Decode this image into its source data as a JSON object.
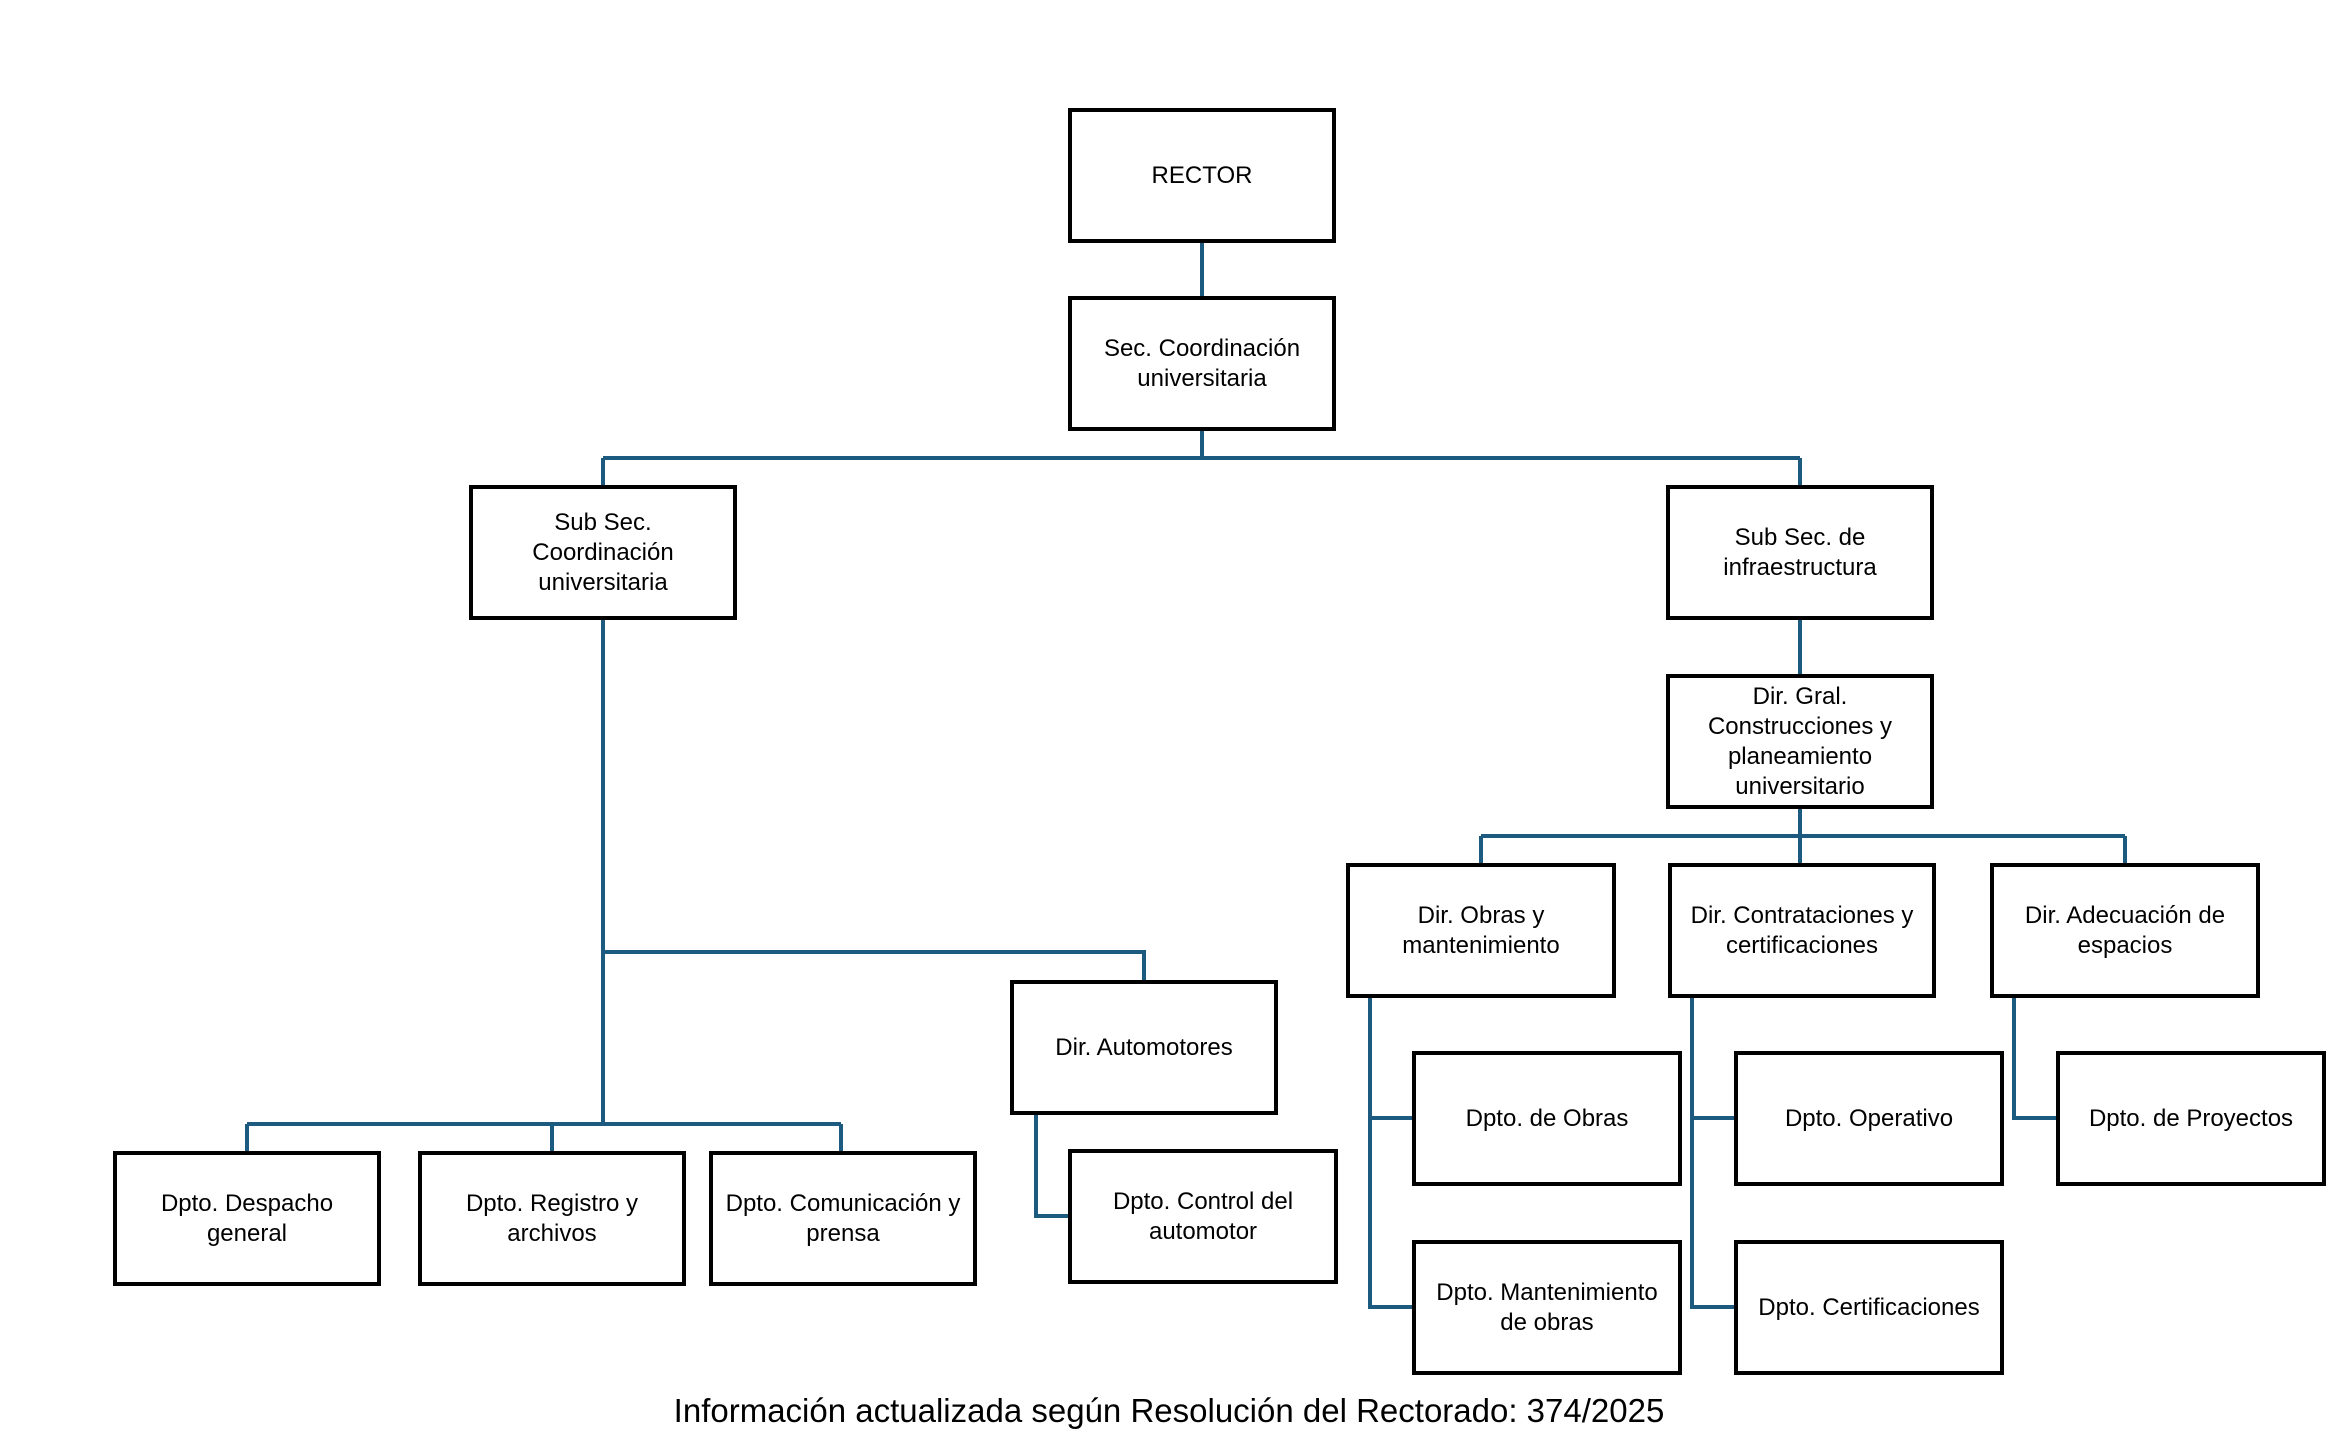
{
  "diagram": {
    "line_color": "#1d5a80",
    "box_border_color": "#000000",
    "nodes": {
      "rector": "RECTOR",
      "sec_coord": "Sec. Coordinación\nuniversitaria",
      "sub_coord": "Sub Sec.\nCoordinación\nuniversitaria",
      "sub_infra": "Sub Sec. de\ninfraestructura",
      "dir_gral": "Dir. Gral.\nConstrucciones y\nplaneamiento\nuniversitario",
      "dir_automotores": "Dir. Automotores",
      "dpto_despacho": "Dpto. Despacho\ngeneral",
      "dpto_registro": "Dpto. Registro y\narchivos",
      "dpto_comunicacion": "Dpto. Comunicación y\nprensa",
      "dpto_control": "Dpto. Control del\nautomotor",
      "dir_obras": "Dir. Obras y\nmantenimiento",
      "dir_contrataciones": "Dir. Contrataciones y\ncertificaciones",
      "dir_adecuacion": "Dir. Adecuación de\nespacios",
      "dpto_obras": "Dpto. de Obras",
      "dpto_mantenimiento": "Dpto. Mantenimiento\nde obras",
      "dpto_operativo": "Dpto. Operativo",
      "dpto_certificaciones": "Dpto. Certificaciones",
      "dpto_proyectos": "Dpto. de Proyectos"
    },
    "edges": [
      [
        "rector",
        "sec_coord"
      ],
      [
        "sec_coord",
        "sub_coord"
      ],
      [
        "sec_coord",
        "sub_infra"
      ],
      [
        "sub_coord",
        "dir_automotores"
      ],
      [
        "sub_coord",
        "dpto_despacho"
      ],
      [
        "sub_coord",
        "dpto_registro"
      ],
      [
        "sub_coord",
        "dpto_comunicacion"
      ],
      [
        "dir_automotores",
        "dpto_control"
      ],
      [
        "sub_infra",
        "dir_gral"
      ],
      [
        "dir_gral",
        "dir_obras"
      ],
      [
        "dir_gral",
        "dir_contrataciones"
      ],
      [
        "dir_gral",
        "dir_adecuacion"
      ],
      [
        "dir_obras",
        "dpto_obras"
      ],
      [
        "dir_obras",
        "dpto_mantenimiento"
      ],
      [
        "dir_contrataciones",
        "dpto_operativo"
      ],
      [
        "dir_contrataciones",
        "dpto_certificaciones"
      ],
      [
        "dir_adecuacion",
        "dpto_proyectos"
      ]
    ]
  },
  "footer": {
    "note": "Información actualizada según Resolución del Rectorado: 374/2025"
  }
}
